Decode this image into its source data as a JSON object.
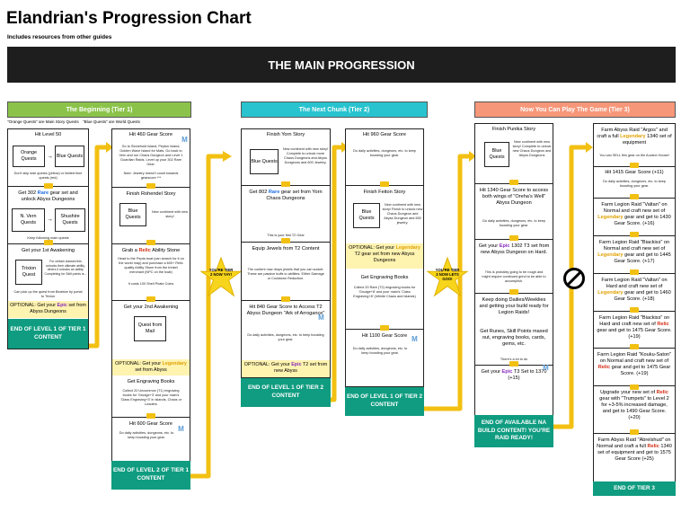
{
  "title": "Elandrian's Progression Chart",
  "subtitle": "Includes resources from other guides",
  "banner": "THE MAIN PROGRESSION",
  "tiers": {
    "t1": "The Beginning (Tier 1)",
    "t2": "The Next Chunk (Tier 2)",
    "t3": "Now You Can Play The Game (Tier 3)"
  },
  "legend": {
    "orange": "\"Orange Quests\" are Main Story Quests",
    "blue": "\"Blue Quests\" are World Quests"
  },
  "col1": {
    "hit50": "Hit Level 50",
    "orange": "Orange Quests",
    "blue": "Blue Quests",
    "note1": "Don't skip side quests (yellow) or limited time quests (red)",
    "gear302_pre": "Get 302 ",
    "gear302_rare": "Rare",
    "gear302_post": " gear set and unlock Abyss Dungeons",
    "nvern": "N. Vern Quests",
    "shushire": "Shushire Quests",
    "note2": "Keep following main quests",
    "awaken": "Get your 1st Awakening",
    "trixion": "Trixion Quest",
    "trixion_note": "For certain classes this unlocks their ultimate ability, others it unlocks an ability. Completing for Skill points is...",
    "trixion_foot": "Can pick up the quest from Beatrice by portal to Trixion",
    "opt_pre": "OPTIONAL: Get your ",
    "opt_epic": "Epic",
    "opt_post": " set from Abyss Dungeons",
    "end": "END OF LEVEL 1 OF TIER 1 CONTENT"
  },
  "col2": {
    "g460": "Hit 460 Gear Score",
    "g460_note": "Go to Stonehold Island, Peyton Island, Golden Wave Island for Mats. Go back to Vern and run Chaos Dungeon and Level 1 Guardian Raids. Level up your 302 Rare Gear.",
    "g460_note2": "Note: Jewelry doesn't count towards gearscore ***",
    "rohendel": "Finish Rohendel Story",
    "blue": "Blue Quests",
    "rohendel_note": "New continent with new story!",
    "relic_stone": "Grab a Relic Ability Stone",
    "relic_note": "Head to the Pepta boat (can search for it on the world map) and purchase a 600+ Relic quality Ability Stone from the trinket merchant (NPC on the boat)",
    "relic_cost": "It costs 100 Shell Pirate Coins",
    "awaken2": "Get your 2nd Awakening",
    "quest_mail": "Quest from Mail",
    "opt_pre": "OPTIONAL: Get your ",
    "opt_leg": "Legendary",
    "opt_post": " set from Abyss",
    "engraving": "Get Engraving Books",
    "engr_note": "Collect 20 Uncommon (T1) engraving books for 'Grudge+3' and your main's 'Class Engraving+3' in Islands, Chaos or Leaders",
    "g600": "Hit 600 Gear Score",
    "daily": "Do daily activities, dungeons, etc. to keep boosting your gear.",
    "end": "END OF LEVEL 2 OF TIER 1 CONTENT"
  },
  "star1": "YOU'RE TIER 2 NOW YAY!",
  "col3": {
    "yorn": "Finish Yorn Story",
    "blue": "Blue Quests",
    "yorn_note": "New continent with new story! Complete to unlock more Chaos Dungeons and Abyss Dungeons and 600 Jewelry.",
    "g802_pre": "Get 802 ",
    "g802_rare": "Rare",
    "g802_post": " gear set from Yorn Chaos Dungeons",
    "t2gear": "This is your first T2 Gear",
    "jewels": "Equip Jewels from T2 Content",
    "jewels_note": "The content now drops jewels that you can socket. These are passive buffs to abilities. Either Damage or Cooldown Reduction.",
    "g840": "Hit 840 Gear Score to Access T2 Abyss Dungeon \"Ark of Arrogance\"",
    "daily": "Do daily activities, dungeons, etc. to keep boosting your gear.",
    "opt_pre": "OPTIONAL: Get your ",
    "opt_epic": "Epic",
    "opt_post": " T2 set from new Abyss",
    "end": "END OF LEVEL 1 OF TIER 2 CONTENT"
  },
  "col4": {
    "g960": "Hit 960 Gear Score",
    "daily": "Do daily activities, dungeons, etc. to keep boosting your gear.",
    "feiton": "Finish Feiton Story",
    "blue": "Blue Quests",
    "feiton_note": "New continent with new story! Finish to unlock new Chaos Dungeon and Abyss Dungeon and 600 jewelry.",
    "opt_pre": "OPTIONAL: Get your ",
    "opt_leg": "Legendary",
    "opt_post": " T2 gear set from new Abyss Dungeons",
    "engraving": "Get Engraving Books",
    "engr_note": "Collect 20 Rare (T2) engraving books for 'Grudge+8' and your main's 'Class Engraving+8' (Infinite Chaos and Islands)",
    "g1100": "Hit 1100 Gear Score",
    "daily2": "Do daily activities, dungeons, etc. to keep boosting your gear.",
    "end": "END OF LEVEL 1 OF TIER 2 CONTENT"
  },
  "star2": "YOU'RE TIER 3 NOW LETS GOO!",
  "col5": {
    "punika": "Finish Punika Story",
    "blue": "Blue Quests",
    "punika_note": "New continent with new story! Complete to unlock new Chaos Dungeon and Abyss Dungeons",
    "g1340": "Hit 1340 Gear Score to access both wings of \"Oreha's Well\" Abyss Dungeon",
    "daily": "Do daily activities, dungeons, etc. to keep boosting your gear.",
    "epic1302_pre": "Get your ",
    "epic1302_epic": "Epic",
    "epic1302_post": " 1302 T3 set from new Abyss Dungeon on Hard.",
    "epic1302_note": "This is probably going to be rough and might require continued grind to be able to accomplish.",
    "dailies": "Keep doing Dailies/Weeklies and getting your build ready for Legion Raids!",
    "runes": "Get Runes, Skill Points maxed out, engraving books, cards, gems, etc.",
    "runes_note": "There's a lot to do",
    "epic1370_pre": "Get your ",
    "epic1370_epic": "Epic",
    "epic1370_post": " T3 Set to 1370 (+15)",
    "end": "END OF AVAILABLE NA BUILD CONTENT! YOU'RE RAID READY!"
  },
  "col6": {
    "argos_pre": "Farm Abyss Raid \"Argos\" and craft a full ",
    "argos_leg": "Legendary",
    "argos_post": " 1340 set of equipment",
    "argos_note": "You can SELL this gear on the Auction House!",
    "g1415": "Hit 1415 Gear Score (+11)",
    "daily": "Do daily activities, dungeons, etc. to keep boosting your gear.",
    "valtan1_pre": "Farm Legion Raid \"Valtan\" on Normal and craft new set of ",
    "valtan1_leg": "Legendary",
    "valtan1_post": " gear and get to 1430 Gear Score. (+16)",
    "vykas1_pre": "Farm Legion Raid \"Biackiss\" on Normal and craft new set of ",
    "vykas1_leg": "Legendary",
    "vykas1_post": " gear and get to 1445 Gear Score. (+17)",
    "valtan2_pre": "Farm Legion Raid \"Valtan\" on Hard and craft new set of ",
    "valtan2_leg": "Legendary",
    "valtan2_post": " gear and get to 1460 Gear Score. (+18)",
    "vykas2_pre": "Farm Legion Raid \"Biackiss\" on Hard and craft new set of ",
    "vykas2_relic": "Relic",
    "vykas2_post": " gear and get to 1475 Gear Score. (+19)",
    "kouku_pre": "Farm Legion Raid \"Kouku-Saton\" on Normal and craft new set of ",
    "kouku_relic": "Relic",
    "kouku_post": " gear and get to 1475 Gear Score. (+19)",
    "upgrade_pre": "Upgrade your new set of ",
    "upgrade_relic": "Relic",
    "upgrade_post": " gear with \"Trumpets\" to Level 2 for +3-5% increased damage, and get to 1490 Gear Score. (+20)",
    "abrel_pre": "Farm Abyss Raid \"Abrelshud\" on Normal and craft a full ",
    "abrel_relic": "Relic",
    "abrel_post": " 1340 set of equipment and get to 1575 Gear Score (+25)",
    "end": "END OF TIER 3"
  },
  "colors": {
    "tier1": "#8bc34a",
    "tier2": "#29c3cf",
    "tier3": "#f7977a",
    "end": "#0f9c80",
    "connector": "#f2c012",
    "optional": "#fff3b0"
  }
}
